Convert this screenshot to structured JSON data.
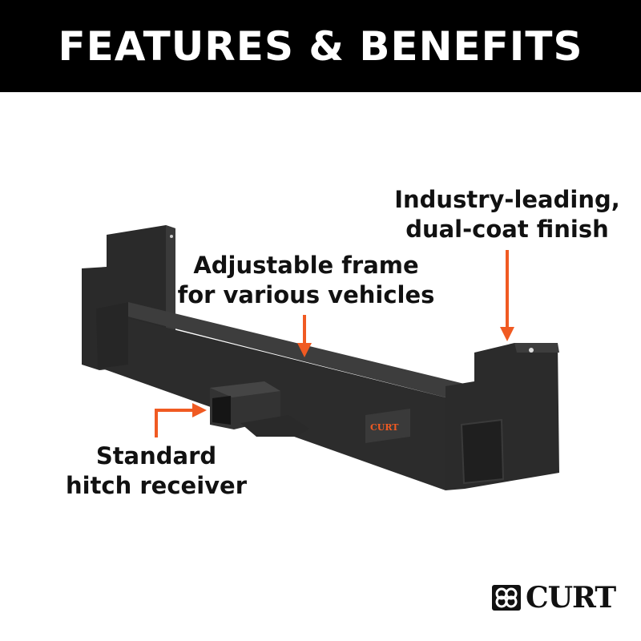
{
  "header": {
    "title": "FEATURES & BENEFITS"
  },
  "callouts": {
    "finish": {
      "line1": "Industry-leading,",
      "line2": "dual-coat finish"
    },
    "frame": {
      "line1": "Adjustable frame",
      "line2": "for various vehicles"
    },
    "receiver": {
      "line1": "Standard",
      "line2": "hitch receiver"
    }
  },
  "brand": {
    "name": "CURT",
    "sticker_text": "CURT"
  },
  "colors": {
    "accent": "#f05a22",
    "header_bg": "#000000",
    "product": "#2e2e2e"
  }
}
